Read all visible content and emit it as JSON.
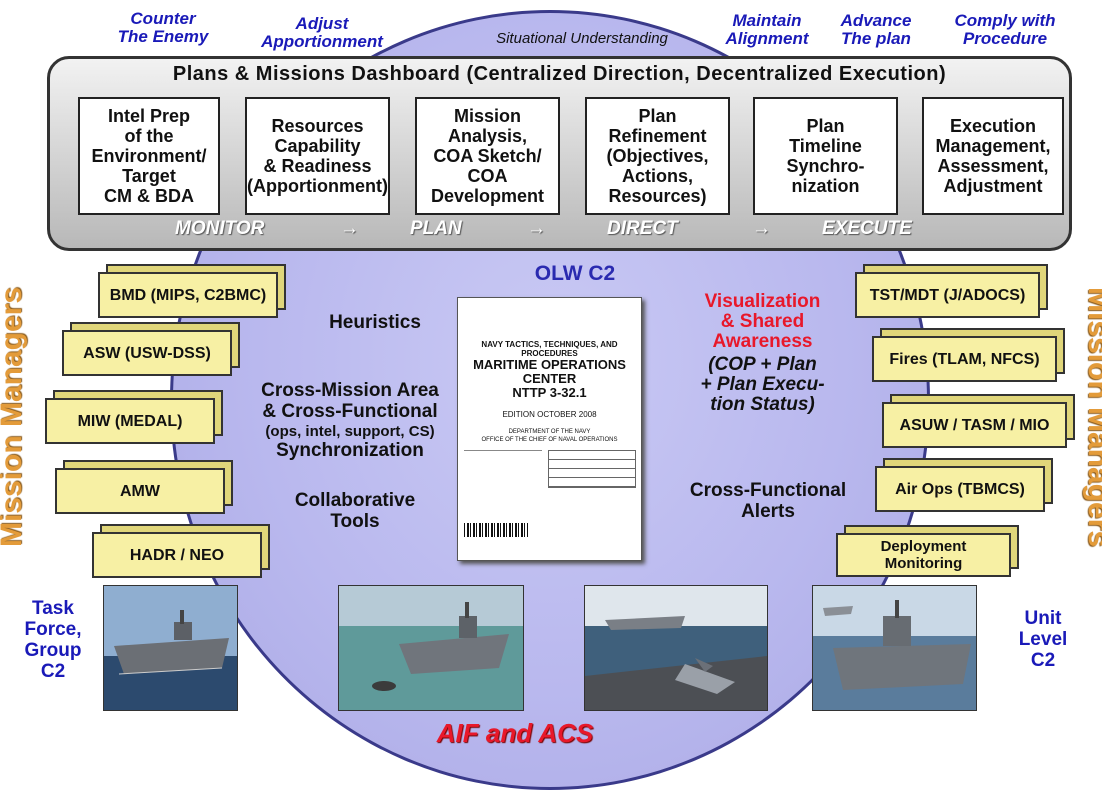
{
  "top_labels": {
    "counter": "Counter\nThe Enemy",
    "adjust": "Adjust\nApportionment",
    "situational": "Situational Understanding",
    "maintain": "Maintain\nAlignment",
    "advance": "Advance\nThe plan",
    "comply": "Comply with\nProcedure"
  },
  "dashboard": {
    "title": "Plans & Missions Dashboard (Centralized Direction, Decentralized Execution)",
    "cards": [
      "Intel Prep\nof the\nEnvironment/\nTarget\nCM & BDA",
      "Resources\nCapability\n& Readiness\n(Apportionment)",
      "Mission\nAnalysis,\nCOA Sketch/\nCOA\nDevelopment",
      "Plan\nRefinement\n(Objectives,\nActions,\nResources)",
      "Plan\nTimeline\nSynchro-\nnization",
      "Execution\nManagement,\nAssessment,\nAdjustment"
    ],
    "flow": {
      "monitor": "MONITOR",
      "plan": "PLAN",
      "direct": "DIRECT",
      "execute": "EXECUTE",
      "arrow": "→"
    }
  },
  "center": {
    "olw": "OLW C2",
    "heuristics": "Heuristics",
    "cross_mission": "Cross-Mission Area\n& Cross-Functional",
    "cross_mission_sub": "(ops, intel, support, CS)",
    "synchronization": "Synchronization",
    "collaborative": "Collaborative\nTools",
    "visualization": "Visualization\n& Shared\nAwareness",
    "visualization_sub": "(COP + Plan\n+ Plan Execu-\ntion Status)",
    "alerts": "Cross-Functional\nAlerts",
    "aif": "AIF and ACS"
  },
  "document": {
    "header": "NAVY TACTICS, TECHNIQUES, AND PROCEDURES",
    "title": "MARITIME OPERATIONS\nCENTER\nNTTP 3-32.1",
    "edition": "EDITION OCTOBER 2008",
    "dept": "DEPARTMENT OF THE NAVY\nOFFICE OF THE CHIEF OF NAVAL OPERATIONS"
  },
  "left_boxes": [
    "BMD (MIPS, C2BMC)",
    "ASW (USW-DSS)",
    "MIW (MEDAL)",
    "AMW",
    "HADR / NEO"
  ],
  "right_boxes": [
    "TST/MDT (J/ADOCS)",
    "Fires (TLAM, NFCS)",
    "ASUW / TASM / MIO",
    "Air Ops (TBMCS)",
    "Deployment\nMonitoring"
  ],
  "side_labels": {
    "left": "Mission Managers",
    "right": "Mission Managers"
  },
  "bottom_labels": {
    "left": "Task\nForce,\nGroup\nC2",
    "right": "Unit\nLevel\nC2"
  },
  "colors": {
    "ellipse": "#b9b8ee",
    "box": "#f7f0a4",
    "side_text": "#e39b3a",
    "blue_text": "#1a1ab8",
    "alert_red": "#e8182a"
  },
  "photos": [
    "amphibious-assault-ship-icon",
    "landing-craft-ship-icon",
    "carrier-deck-fighter-icon",
    "frigate-ship-icon"
  ]
}
